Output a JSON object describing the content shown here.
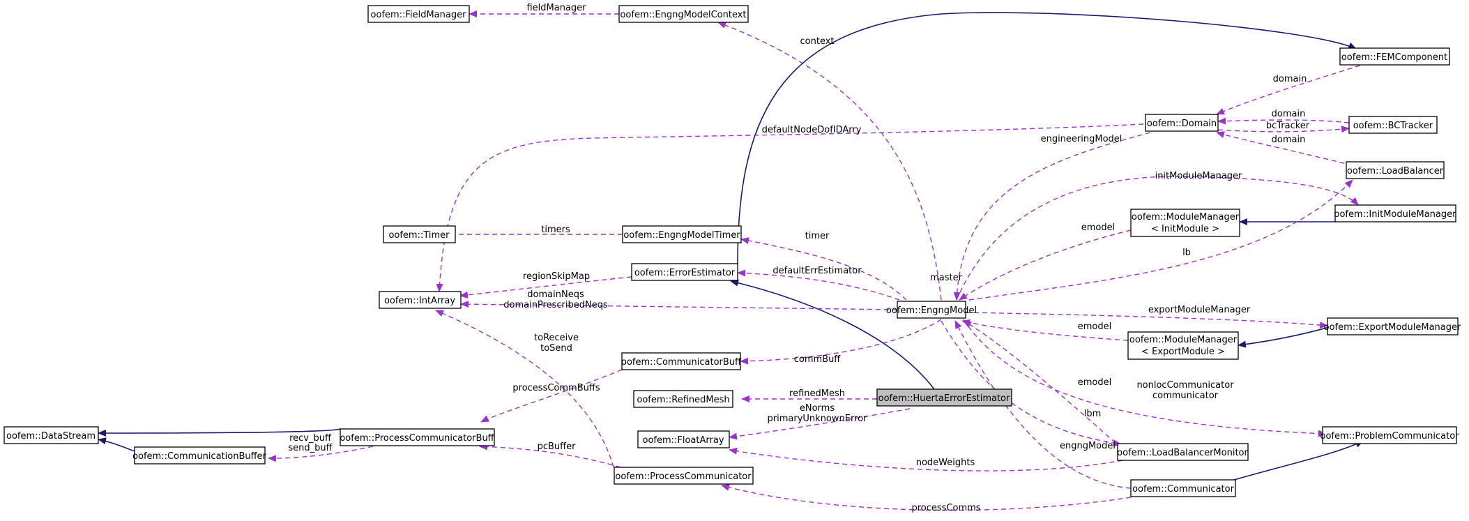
{
  "colors": {
    "usage_edge": "#9a32cd",
    "inheritance_edge": "#191970",
    "node_border": "#000000",
    "highlighted_node_fill": "#bfbfbf"
  },
  "nodes": {
    "field_manager": "oofem::FieldManager",
    "engng_model_context": "oofem::EngngModelContext",
    "fem_component": "oofem::FEMComponent",
    "domain": "oofem::Domain",
    "bc_tracker": "oofem::BCTracker",
    "load_balancer": "oofem::LoadBalancer",
    "timer": "oofem::Timer",
    "engng_model_timer": "oofem::EngngModelTimer",
    "module_manager_init": [
      "oofem::ModuleManager",
      "< InitModule >"
    ],
    "init_module_manager": "oofem::InitModuleManager",
    "error_estimator": "oofem::ErrorEstimator",
    "int_array": "oofem::IntArray",
    "engng_model": "oofem::EngngModel",
    "export_module_manager": "oofem::ExportModuleManager",
    "module_manager_export": [
      "oofem::ModuleManager",
      "< ExportModule >"
    ],
    "communicator_buff": "oofem::CommunicatorBuff",
    "refined_mesh": "oofem::RefinedMesh",
    "huerta_error_estimator": "oofem::HuertaErrorEstimator",
    "data_stream": "oofem::DataStream",
    "process_communicator_buff": "oofem::ProcessCommunicatorBuff",
    "float_array": "oofem::FloatArray",
    "problem_communicator": "oofem::ProblemCommunicator",
    "communication_buffer": "oofem::CommunicationBuffer",
    "load_balancer_monitor": "oofem::LoadBalancerMonitor",
    "process_communicator": "oofem::ProcessCommunicator",
    "communicator": "oofem::Communicator"
  },
  "edge_labels": {
    "field_manager": "fieldManager",
    "context": "context",
    "domain_fem": "domain",
    "domain_bc1": "domain",
    "bc_tracker": "bcTracker",
    "domain_lb": "domain",
    "default_node_dof_id_arry": "defaultNodeDofIDArry",
    "engineering_model": "engineeringModel",
    "init_module_manager": "initModuleManager",
    "timers": "timers",
    "timer": "timer",
    "emodel_init": "emodel",
    "lb": "lb",
    "master": "master",
    "region_skip_map": "regionSkipMap",
    "default_err_estimator": "defaultErrEstimator",
    "domain_neqs": "domainNeqs",
    "domain_prescribed_neqs": "domainPrescribedNeqs",
    "export_module_manager": "exportModuleManager",
    "to_receive": "toReceive",
    "to_send": "toSend",
    "emodel_export": "emodel",
    "comm_buff": "commBuff",
    "process_comm_buffs": "processCommBuffs",
    "refined_mesh": "refinedMesh",
    "emodel_lbm": "emodel",
    "nonloc_communicator": "nonlocCommunicator",
    "communicator": "communicator",
    "e_norms": "eNorms",
    "primary_unknown_error": "primaryUnknownError",
    "lbm": "lbm",
    "recv_buff": "recv_buff",
    "send_buff": "send_buff",
    "pc_buffer": "pcBuffer",
    "engng_model": "engngModel",
    "node_weights": "nodeWeights",
    "process_comms": "processComms"
  }
}
